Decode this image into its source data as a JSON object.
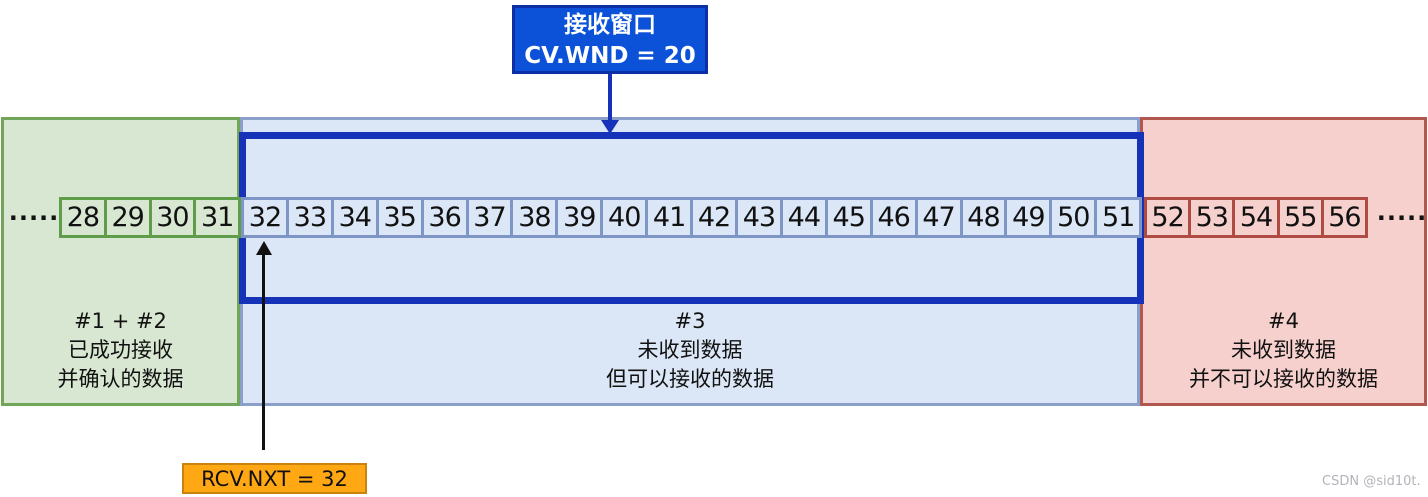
{
  "window_callout": {
    "title": "接收窗口",
    "value": "CV.WND = 20"
  },
  "pointer_callout": {
    "text": "RCV.NXT = 32"
  },
  "sequence_row": {
    "left_ellipsis": "·····",
    "right_ellipsis": "·····",
    "acked_numbers": [
      "28",
      "29",
      "30",
      "31"
    ],
    "window_numbers": [
      "32",
      "33",
      "34",
      "35",
      "36",
      "37",
      "38",
      "39",
      "40",
      "41",
      "42",
      "43",
      "44",
      "45",
      "46",
      "47",
      "48",
      "49",
      "50",
      "51"
    ],
    "beyond_numbers": [
      "52",
      "53",
      "54",
      "55",
      "56"
    ]
  },
  "sections": {
    "acked": {
      "lines": [
        "#1 + #2",
        "已成功接收",
        "并确认的数据"
      ]
    },
    "window": {
      "lines": [
        "#3",
        "未收到数据",
        "但可以接收的数据"
      ]
    },
    "beyond": {
      "lines": [
        "#4",
        "未收到数据",
        "并不可以接收的数据"
      ]
    }
  },
  "watermark": "CSDN @sid10t.",
  "colors": {
    "green_fill": "#d8e7d1",
    "green_border": "#71a55a",
    "green_box_border": "#5f9d4b",
    "blue_fill": "#dbe6f6",
    "blue_border": "#8aa0ca",
    "blue_box_border": "#7d96c5",
    "window_border": "#1632b8",
    "label_blue_fill": "#0b52d8",
    "label_blue_border": "#0d2fa6",
    "red_fill": "#f6d0cc",
    "red_border": "#b2574e",
    "red_box_border": "#ae4b42",
    "orange_fill": "#ffa813",
    "orange_border": "#cb830f"
  }
}
